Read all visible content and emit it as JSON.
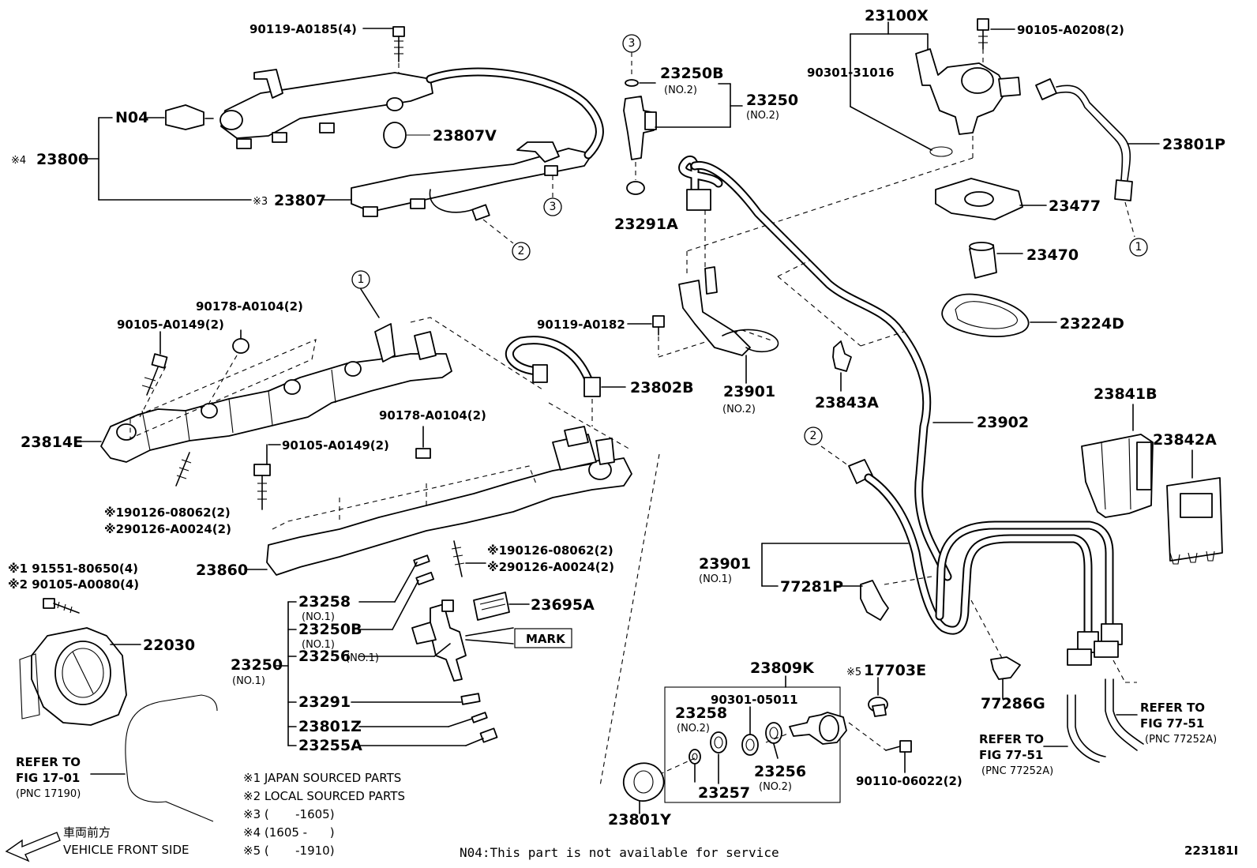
{
  "labels": {
    "l_90119_a0185": "90119-A0185(4)",
    "l_n04_top": "N04",
    "l_23800": "23800",
    "l_23800_mark": "※4",
    "l_23807": "23807",
    "l_23807_mark": "※3",
    "l_23807v": "23807V",
    "l_23250b_top": "23250B",
    "l_23250b_top_no": "(NO.2)",
    "l_23250_top": "23250",
    "l_23250_top_no": "(NO.2)",
    "l_23291a": "23291A",
    "l_23100x": "23100X",
    "l_90105_a0208": "90105-A0208(2)",
    "l_90301_31016": "90301-31016",
    "l_23801p": "23801P",
    "l_23477": "23477",
    "l_23470": "23470",
    "l_23224d": "23224D",
    "l_90178_a0104_a": "90178-A0104(2)",
    "l_90105_a0149_a": "90105-A0149(2)",
    "l_23814e": "23814E",
    "l_90119_a0182": "90119-A0182",
    "l_23802b": "23802B",
    "l_23901_no2": "23901",
    "l_23901_no2_sub": "(NO.2)",
    "l_23843a": "23843A",
    "l_23902": "23902",
    "l_23841b": "23841B",
    "l_23842a": "23842A",
    "l_90178_a0104_b": "90178-A0104(2)",
    "l_90105_a0149_b": "90105-A0149(2)",
    "l_90126_08062_a": "※190126-08062(2)",
    "l_90126_a0024_a": "※290126-A0024(2)",
    "l_23860": "23860",
    "l_90126_08062_b": "※190126-08062(2)",
    "l_90126_a0024_b": "※290126-A0024(2)",
    "l_91551_80650": "※1 91551-80650(4)",
    "l_90105_a0080": "※2 90105-A0080(4)",
    "l_22030": "22030",
    "l_23258_no1": "23258",
    "l_23258_no1_sub": "(NO.1)",
    "l_23250b_no1": "23250B",
    "l_23250b_no1_sub": "(NO.1)",
    "l_23256_no1": "23256",
    "l_23256_no1_sub": "(NO.1)",
    "l_23250_no1": "23250",
    "l_23250_no1_sub": "(NO.1)",
    "l_23291": "23291",
    "l_23801z": "23801Z",
    "l_23255a": "23255A",
    "l_23695a": "23695A",
    "l_mark": "MARK",
    "l_23901_no1": "23901",
    "l_23901_no1_sub": "(NO.1)",
    "l_77281p": "77281P",
    "l_77286g": "77286G",
    "l_23809k": "23809K",
    "l_17703e": "17703E",
    "l_17703e_mark": "※5",
    "l_90301_05011": "90301-05011",
    "l_23258_no2": "23258",
    "l_23258_no2_sub": "(NO.2)",
    "l_23257": "23257",
    "l_23256_no2": "23256",
    "l_23256_no2_sub": "(NO.2)",
    "l_90110_06022": "90110-06022(2)",
    "l_23801y": "23801Y",
    "l_refer_a_1": "REFER TO",
    "l_refer_a_2": "FIG 77-51",
    "l_refer_a_3": "(PNC 77252A)",
    "l_refer_b_1": "REFER TO",
    "l_refer_b_2": "FIG 77-51",
    "l_refer_b_3": "(PNC 77252A)",
    "l_refer_c_1": "REFER TO",
    "l_refer_c_2": "FIG 17-01",
    "l_refer_c_3": "(PNC 17190)"
  },
  "callouts": {
    "c1": "1",
    "c2": "2",
    "c3": "3"
  },
  "notes": {
    "n1": "※1 JAPAN SOURCED PARTS",
    "n2": "※2 LOCAL SOURCED PARTS",
    "n3": "※3 (       -1605)",
    "n4": "※4 (1605 -      )",
    "n5": "※5 (       -1910)",
    "front_jp": "車両前方",
    "front_en": "VEHICLE FRONT SIDE",
    "n04_note": "N04:This part is not available for service",
    "figure_id": "223181I"
  }
}
